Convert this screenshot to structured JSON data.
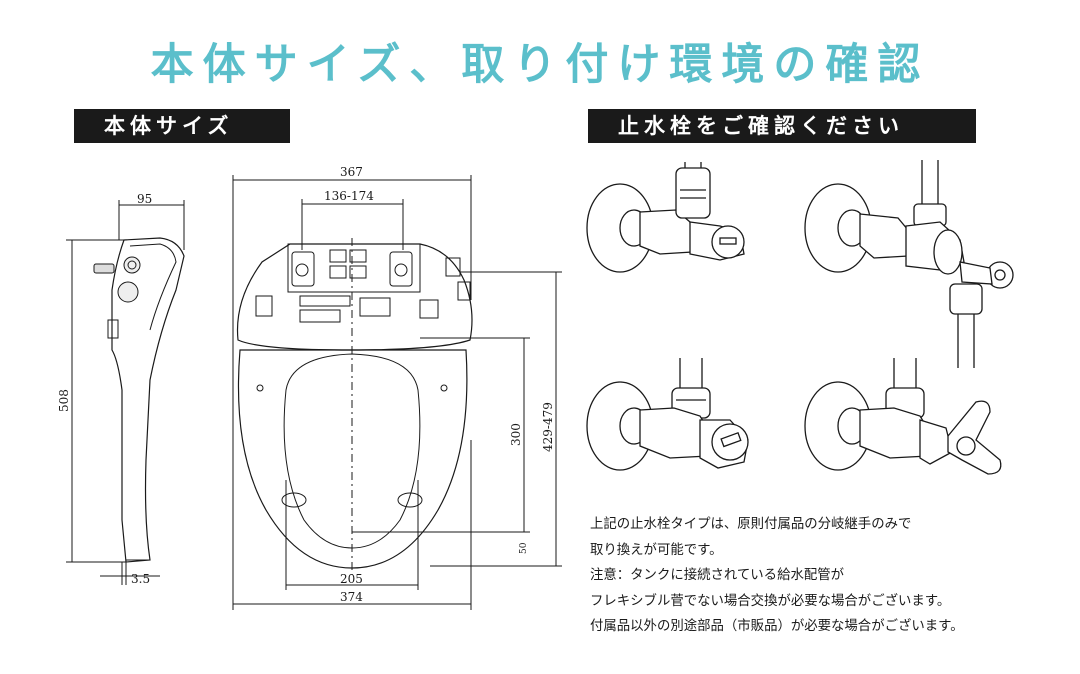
{
  "title": "本体サイズ、取り付け環境の確認",
  "colors": {
    "title": "#5bbfcb",
    "bar": "#1a1a1a",
    "bar_text": "#ffffff",
    "line": "#1a1a1a"
  },
  "sections": {
    "size": {
      "label": "本体サイズ"
    },
    "valve": {
      "label": "止水栓をご確認ください"
    }
  },
  "dimensions": {
    "side_depth": "95",
    "side_height": "508",
    "side_offset": "3.5",
    "top_width": "367",
    "inlet_span": "136-174",
    "seat_length": "300",
    "total_length": "429-479",
    "bottom_offset": "50",
    "seat_width": "205",
    "base_width": "374"
  },
  "note_lines": [
    "上記の止水栓タイプは、原則付属品の分岐継手のみで",
    "取り換えが可能です。",
    "注意：タンクに接続されている給水配管が",
    "フレキシブル菅でない場合交換が必要な場合がございます。",
    "付属品以外の別途部品（市販品）が必要な場合がございます。"
  ]
}
